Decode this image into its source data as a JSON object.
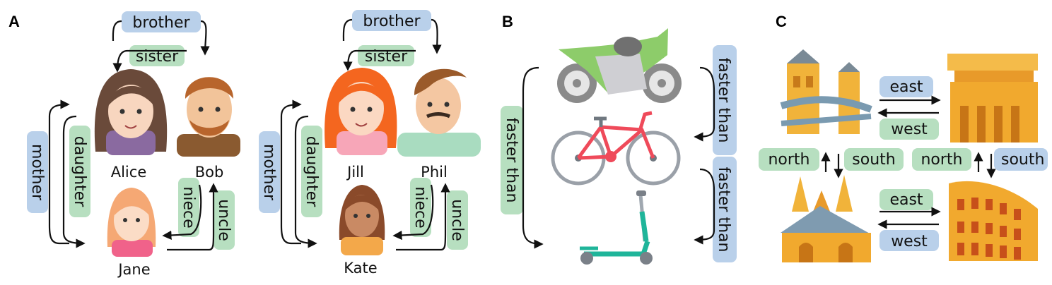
{
  "panels": {
    "a": "A",
    "b": "B",
    "c": "C"
  },
  "families": [
    {
      "members": [
        "Alice",
        "Bob",
        "Jane"
      ],
      "relations": [
        "brother",
        "sister",
        "mother",
        "daughter",
        "niece",
        "uncle"
      ]
    },
    {
      "members": [
        "Jill",
        "Phil",
        "Kate"
      ],
      "relations": [
        "brother",
        "sister",
        "mother",
        "daughter",
        "niece",
        "uncle"
      ]
    }
  ],
  "vehicles": {
    "relations": [
      "faster than",
      "faster than",
      "faster than"
    ],
    "icons": [
      "motorcycle-icon",
      "bicycle-icon",
      "kick-scooter-icon"
    ]
  },
  "landmarks": {
    "relations": [
      "east",
      "west",
      "north",
      "south",
      "north",
      "south",
      "east",
      "west"
    ],
    "icons": [
      "tower-bridge-icon",
      "ancient-temple-icon",
      "sagrada-familia-icon",
      "colosseum-icon"
    ]
  },
  "colors": {
    "blue_label": "#b9d0ea",
    "green_label": "#b7dfc0",
    "arrow": "#111111"
  }
}
